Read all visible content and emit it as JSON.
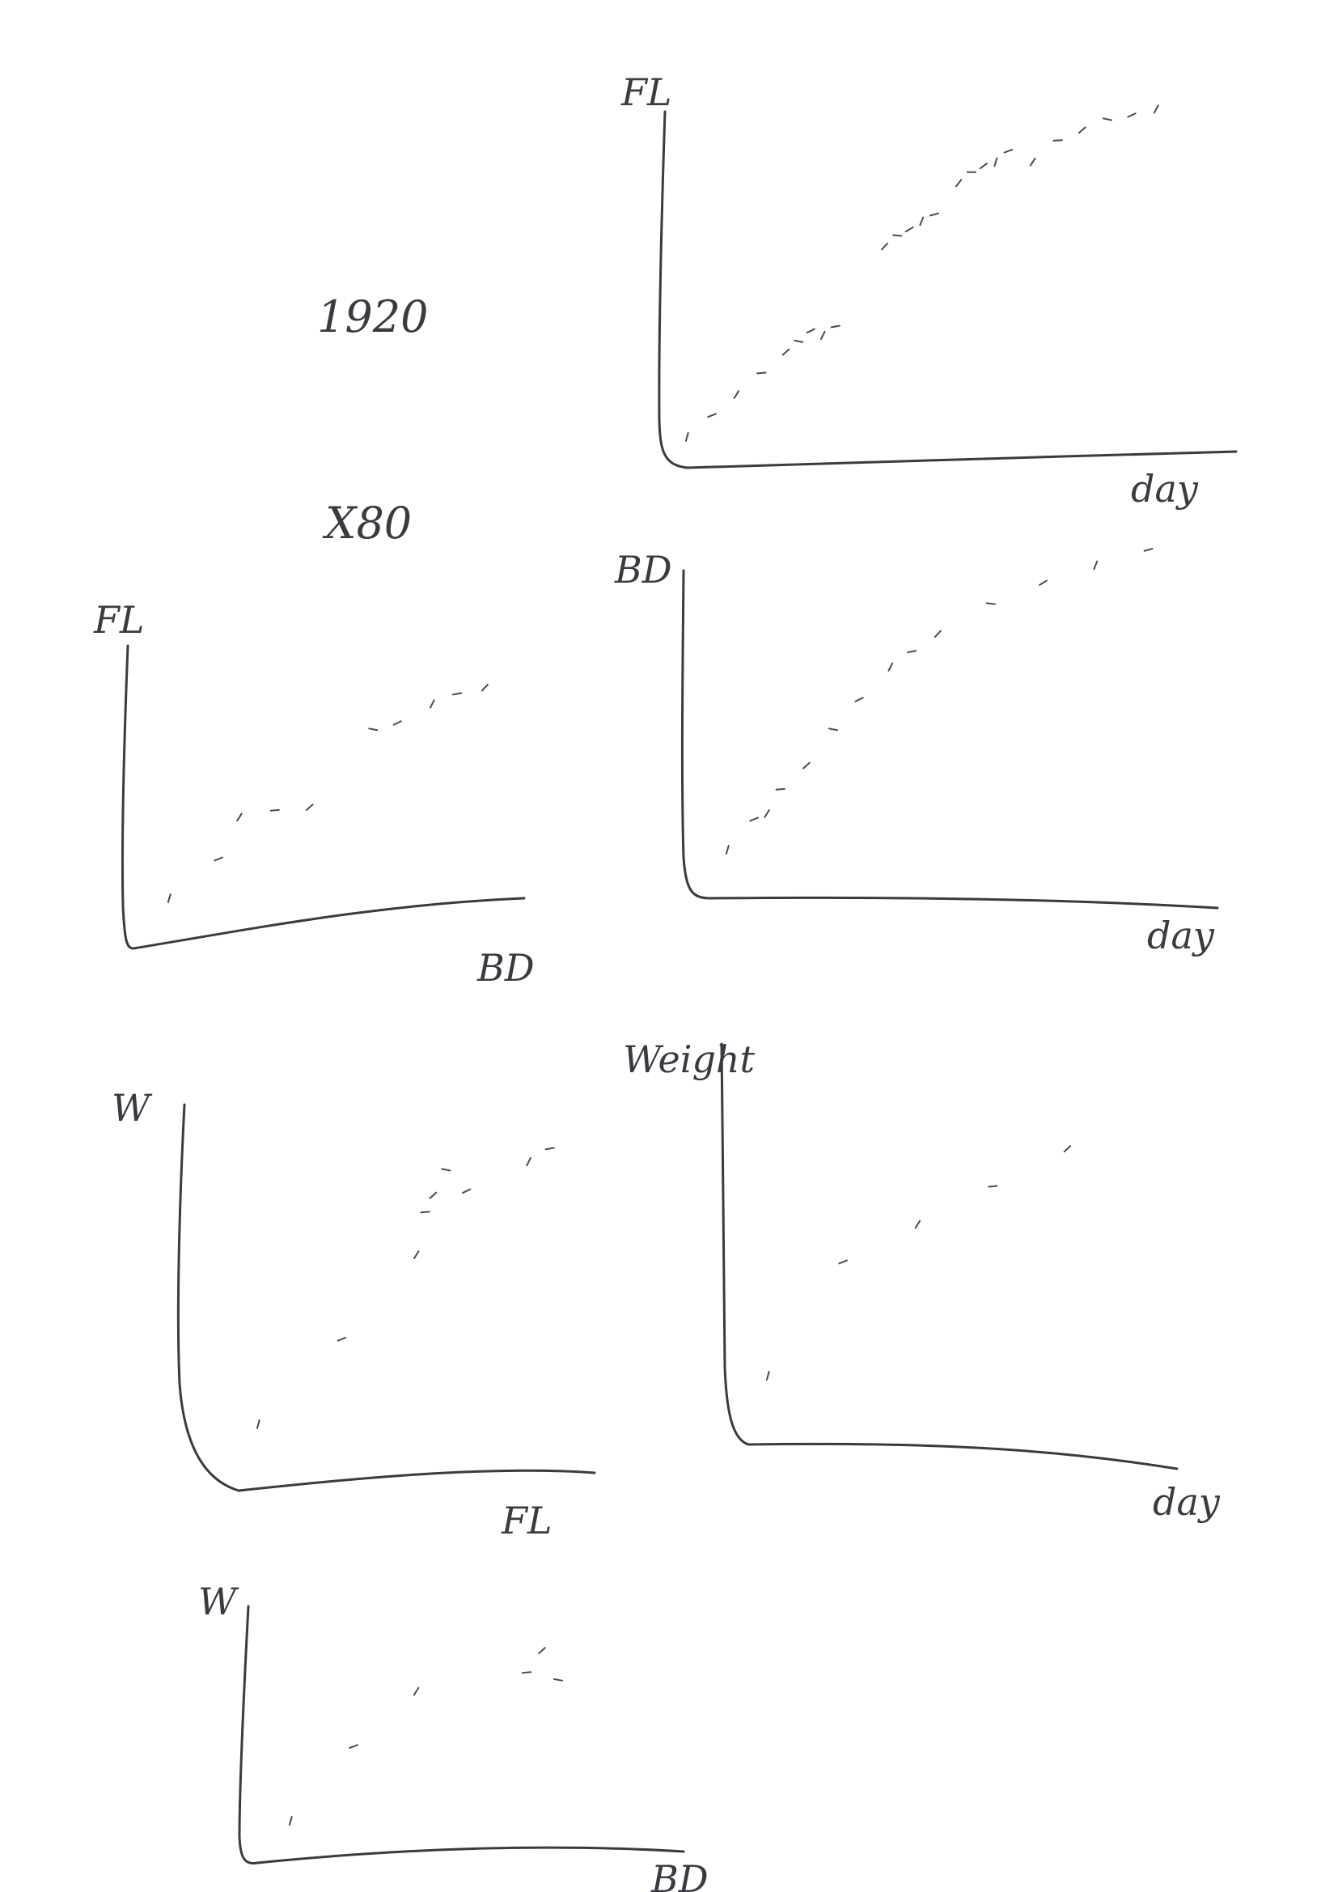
{
  "notes": {
    "year": "1920",
    "code": "X80"
  },
  "chart_data": [
    {
      "type": "scatter",
      "xlabel": "day",
      "ylabel": "FL",
      "x": [
        1,
        2,
        3,
        4,
        5,
        5.5,
        6,
        6.5,
        7,
        9,
        9.5,
        10,
        10.5,
        11,
        12,
        12.5,
        13,
        13.5,
        14,
        15,
        16,
        17,
        18,
        19,
        20
      ],
      "y": [
        2,
        3,
        4,
        5,
        6,
        6.5,
        7,
        6.8,
        7.2,
        11,
        11.5,
        11.8,
        12.2,
        12.5,
        14,
        14.5,
        14.8,
        15,
        15.5,
        15,
        16,
        16.5,
        17,
        17.2,
        17.5
      ]
    },
    {
      "type": "scatter",
      "xlabel": "BD",
      "ylabel": "FL",
      "x": [
        1,
        2.4,
        3,
        4,
        5,
        6.8,
        7.5,
        8.5,
        9.2,
        10
      ],
      "y": [
        1,
        2.2,
        3.5,
        3.7,
        3.8,
        6.2,
        6.4,
        7,
        7.3,
        7.5
      ]
    },
    {
      "type": "scatter",
      "xlabel": "day",
      "ylabel": "BD",
      "x": [
        1,
        2,
        2.5,
        3,
        4,
        5,
        6,
        7.2,
        8,
        9,
        11,
        13,
        15,
        17
      ],
      "y": [
        2,
        3,
        3.2,
        4,
        4.8,
        6,
        7,
        8.1,
        8.6,
        9.2,
        10.2,
        10.9,
        11.5,
        12
      ]
    },
    {
      "type": "scatter",
      "xlabel": "FL",
      "ylabel": "W",
      "x": [
        2,
        4,
        5.8,
        6,
        6.2,
        6.5,
        7,
        8.5,
        9
      ],
      "y": [
        1,
        3,
        5,
        6,
        6.4,
        7,
        6.5,
        7.2,
        7.5
      ]
    },
    {
      "type": "scatter",
      "xlabel": "day",
      "ylabel": "Weight",
      "x": [
        1,
        3,
        5,
        7,
        9
      ],
      "y": [
        2,
        5,
        6,
        7,
        8
      ]
    },
    {
      "type": "scatter",
      "xlabel": "BD",
      "ylabel": "W",
      "x": [
        1,
        3,
        5,
        8.5,
        9,
        9.5
      ],
      "y": [
        1,
        3,
        4.5,
        5,
        5.6,
        4.8
      ]
    }
  ]
}
